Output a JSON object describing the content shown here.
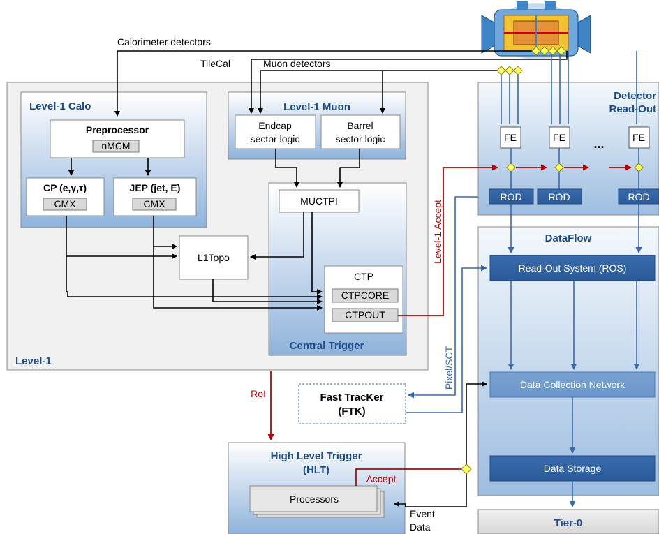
{
  "labels": {
    "calorimeter_detectors": "Calorimeter detectors",
    "tilecal": "TileCal",
    "muon_detectors": "Muon detectors",
    "level1": "Level-1",
    "level1_calo": "Level-1 Calo",
    "preprocessor": "Preprocessor",
    "nmcm": "nMCM",
    "cp": "CP (e,γ,τ)",
    "jep": "JEP (jet, E)",
    "cmx": "CMX",
    "level1_muon": "Level-1 Muon",
    "endcap_line1": "Endcap",
    "endcap_line2": "sector logic",
    "barrel_line1": "Barrel",
    "barrel_line2": "sector logic",
    "muctpi": "MUCTPI",
    "l1topo": "L1Topo",
    "ctp": "CTP",
    "ctpcore": "CTPCORE",
    "ctpout": "CTPOUT",
    "central_trigger": "Central Trigger",
    "level1_accept": "Level-1 Accept",
    "detector_readout_line1": "Detector",
    "detector_readout_line2": "Read-Out",
    "fe": "FE",
    "ellipsis": "...",
    "rod": "ROD",
    "dataflow": "DataFlow",
    "ros": "Read-Out System (ROS)",
    "pixel_sct": "Pixel/SCT",
    "dcn": "Data Collection Network",
    "data_storage": "Data Storage",
    "tier0": "Tier-0",
    "roi": "RoI",
    "ftk_line1": "Fast TracKer",
    "ftk_line2": "(FTK)",
    "hlt_line1": "High Level Trigger",
    "hlt_line2": "(HLT)",
    "accept": "Accept",
    "processors": "Processors",
    "event_line1": "Event",
    "event_line2": "Data"
  },
  "colors": {
    "panel_blue": "#8fb3db",
    "header_blue": "#1f4e8c",
    "dark_box": "#2f5f9e",
    "red": "#c00000",
    "connector_yellow": "#ffff66"
  }
}
